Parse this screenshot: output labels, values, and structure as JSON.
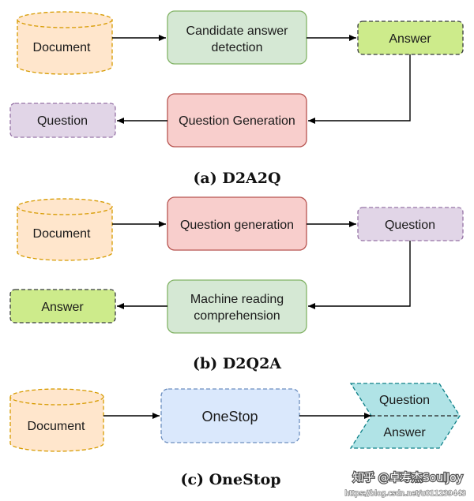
{
  "colors": {
    "document_fill": "#ffe6cc",
    "document_stroke": "#d79b00",
    "detection_fill": "#d5e8d4",
    "detection_stroke": "#82b366",
    "answer_fill": "#cdeb8b",
    "answer_stroke": "#36393d",
    "generation_fill": "#f8cecc",
    "generation_stroke": "#b85450",
    "question_fill": "#e1d5e7",
    "question_stroke": "#9673a6",
    "onestop_fill": "#dae8fc",
    "onestop_stroke": "#6c8ebf",
    "output_fill": "#b0e3e6",
    "output_stroke": "#0e8088"
  },
  "panels": {
    "a": {
      "document": "Document",
      "detection_line1": "Candidate answer",
      "detection_line2": "detection",
      "answer": "Answer",
      "generation": "Question Generation",
      "question": "Question",
      "caption": "(a) D2A2Q"
    },
    "b": {
      "document": "Document",
      "generation": "Question generation",
      "question": "Question",
      "reading_line1": "Machine reading",
      "reading_line2": "comprehension",
      "answer": "Answer",
      "caption": "(b) D2Q2A"
    },
    "c": {
      "document": "Document",
      "onestop": "OneStop",
      "question": "Question",
      "answer": "Answer",
      "caption": "(c) OneStop"
    }
  },
  "watermark": {
    "main": "知乎 @卓寿杰SoulJoy",
    "url": "https://blog.csdn.net/u011239443"
  }
}
